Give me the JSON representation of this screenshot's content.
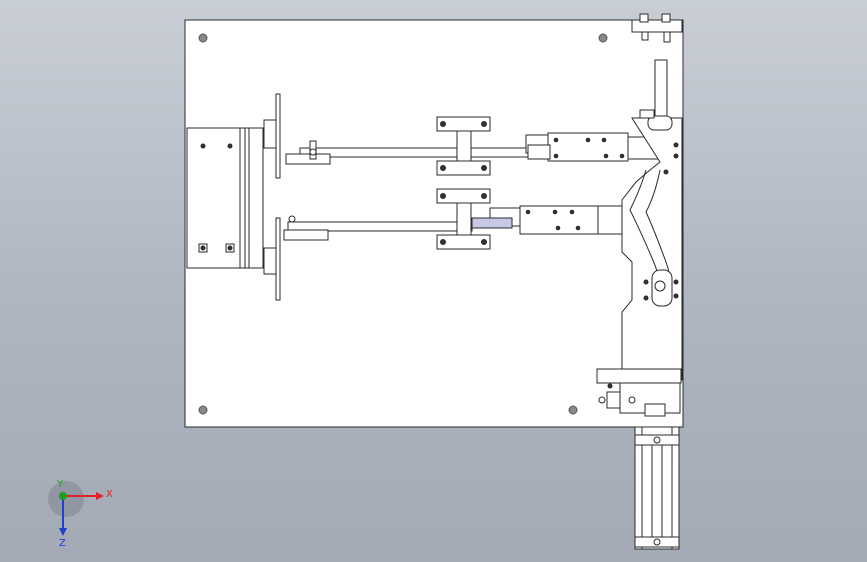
{
  "view": {
    "type": "CAD drawing view",
    "background_top": "#c9ced6",
    "background_bottom": "#a3aab6",
    "plate_color": "#ffffff",
    "line_color": "#2a2a2a",
    "part_highlight": "#c7c9e6"
  },
  "triad": {
    "x_label": "X",
    "y_label": "Y",
    "z_label": "Z",
    "x_color": "#e0202a",
    "y_color": "#1ea01e",
    "z_color": "#2040d0"
  }
}
